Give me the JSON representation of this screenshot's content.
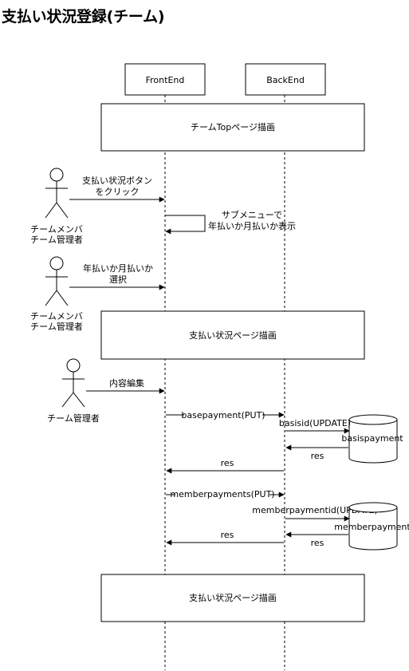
{
  "title": "支払い状況登録(チーム)",
  "participants": {
    "frontend": "FrontEnd",
    "backend": "BackEnd"
  },
  "actors": {
    "a1_line1": "チームメンバ",
    "a1_line2": "チーム管理者",
    "a2_line1": "チームメンバ",
    "a2_line2": "チーム管理者",
    "a3_line1": "チーム管理者"
  },
  "boxes": {
    "top_render": "チームTopページ描画",
    "payment_render_1": "支払い状況ページ描画",
    "payment_render_2": "支払い状況ページ描画"
  },
  "messages": {
    "click_line1": "支払い状況ボタン",
    "click_line2": "をクリック",
    "submenu_line1": "サブメニューで",
    "submenu_line2": "年払いか月払いか表示",
    "select_line1": "年払いか月払いか",
    "select_line2": "選択",
    "edit": "内容編集",
    "basepayment": "basepayment(PUT)",
    "basisid": "basisid(UPDATE)",
    "res1": "res",
    "res2": "res",
    "memberpayments": "memberpayments(PUT)",
    "memberpaymentid": "memberpaymentid(UPDATE)",
    "res3": "res",
    "res4": "res"
  },
  "databases": {
    "db1": "basispayment",
    "db2": "memberpayment"
  }
}
